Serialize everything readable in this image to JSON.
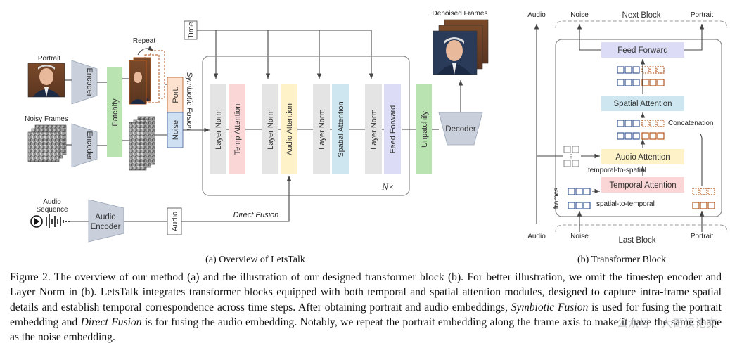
{
  "panel_a": {
    "labels": {
      "portrait": "Portrait",
      "noisy_frames": "Noisy Frames",
      "repeat": "Repeat",
      "time": "Time",
      "symbiotic_fusion": "Symbiotic Fusion",
      "port": "Port.",
      "noise": "Noise",
      "encoder": "Encoder",
      "patchify": "Patchify",
      "unpatchify": "Unpatchify",
      "decoder": "Decoder",
      "denoised_frames": "Denoised Frames",
      "audio_sequence_line1": "Audio",
      "audio_sequence_line2": "Sequence",
      "audio_encoder_line1": "Audio",
      "audio_encoder_line2": "Encoder",
      "audio": "Audio",
      "direct_fusion": "Direct Fusion",
      "repeat_count": "N×"
    },
    "blocks": [
      "Layer Norm",
      "Temp Attention",
      "Layer Norm",
      "Audio Attention",
      "Layer Norm",
      "Spatial Attention",
      "Layer Norm",
      "Feed Forward"
    ],
    "subcaption": "(a) Overview of LetsTalk"
  },
  "panel_b": {
    "labels": {
      "audio_top": "Audio",
      "noise_top": "Noise",
      "next_block": "Next Block",
      "portrait_top": "Portrait",
      "feed_forward": "Feed Forward",
      "spatial_attention": "Spatial Attention",
      "concatenation": "Concatenation",
      "audio_attention": "Audio Attention",
      "temporal_to_spatial": "temporal-to-spatial",
      "temporal_attention": "Temporal Attention",
      "frames": "frames",
      "spatial_to_temporal": "spatial-to-temporal",
      "audio_bottom": "Audio",
      "noise_bottom": "Noise",
      "last_block": "Last Block",
      "portrait_bottom": "Portrait"
    },
    "subcaption": "(b) Transformer Block"
  },
  "caption": {
    "p1": "Figure 2.  The overview of our method (a) and the illustration of our designed transformer block (b).  For better illustration, we omit the timestep encoder and Layer Norm in (b).  LetsTalk integrates transformer blocks equipped with both temporal and spatial attention modules, designed to capture intra-frame spatial details and establish temporal correspondence across time steps. After obtaining portrait and audio embeddings, ",
    "em1": "Symbiotic Fusion",
    "p2": " is used for fusing the portrait embedding and ",
    "em2": "Direct Fusion",
    "p3": " is for fusing the audio embedding. Notably, we repeat the portrait embedding along the frame axis to make it have the same shape as the noise embedding."
  },
  "watermark": "公众号 · 大哥读论文",
  "colors": {
    "encoder": "#c9d0dc",
    "patchify": "#b9e3b0",
    "port": "#fde3cf",
    "noise": "#cfe0f3",
    "layer_norm": "#e4e4e4",
    "temp_attention": "#fad6d6",
    "audio_attention": "#fdf2c8",
    "spatial_attention": "#cde6f0",
    "feed_forward": "#dcdcf6",
    "token_blue": "#3b5b95",
    "token_orange": "#b5561c"
  }
}
